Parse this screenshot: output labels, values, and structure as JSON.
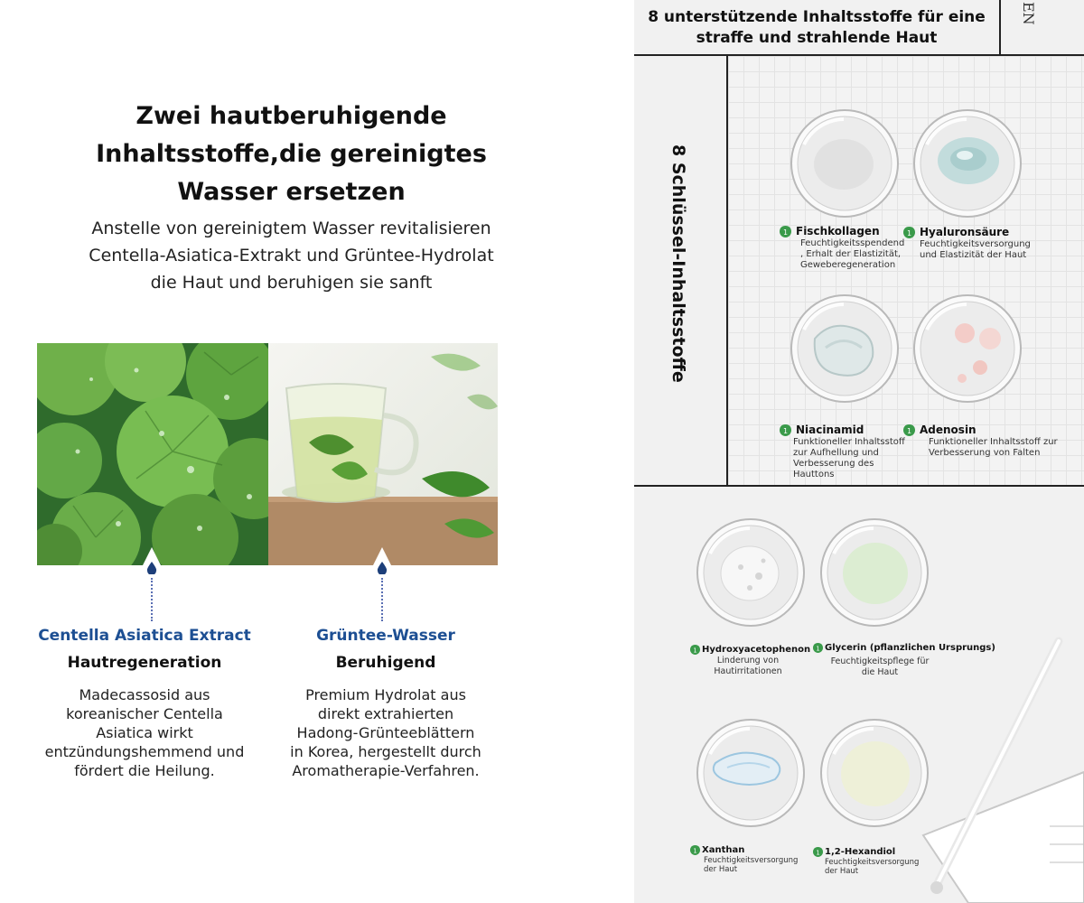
{
  "left": {
    "headline": [
      "Zwei hautberuhigende",
      "Inhaltsstoffe,die gereinigtes",
      "Wasser ersetzen"
    ],
    "subline": [
      "Anstelle von gereinigtem Wasser revitalisieren",
      "Centella-Asiatica-Extrakt und Grüntee-Hydrolat",
      "die Haut und beruhigen sie sanft"
    ],
    "columns": [
      {
        "title": "Centella Asiatica Extract",
        "subtitle": "Hautregeneration",
        "text": [
          "Madecassosid aus",
          "koreanischer Centella",
          "Asiatica wirkt",
          "entzündungshemmend und",
          "fördert die Heilung."
        ]
      },
      {
        "title": "Grüntee-Wasser",
        "subtitle": "Beruhigend",
        "text": [
          "Premium Hydrolat aus",
          "direkt extrahierten",
          "Hadong-Grünteeblättern",
          "in Korea, hergestellt durch",
          "Aromatherapie-Verfahren."
        ]
      }
    ],
    "accent_color": "#1d4f93"
  },
  "right": {
    "title": [
      "8 unterstützende Inhaltsstoffe für eine",
      "straffe und strahlende Haut"
    ],
    "corner_text": "EN",
    "vertical_label": "8 Schlüssel-Inhaltsstoffe",
    "badge_number": "1",
    "badge_color": "#3a9a4a",
    "ingredients": [
      {
        "name": "Fischkollagen",
        "desc": [
          "Feuchtigkeitsspendend",
          ", Erhalt der Elastizität,",
          "Geweberegeneration"
        ]
      },
      {
        "name": "Hyaluronsäure",
        "desc": [
          "Feuchtigkeitsversorgung",
          "und Elastizität der Haut"
        ]
      },
      {
        "name": "Niacinamid",
        "desc": [
          "Funktioneller Inhaltsstoff",
          "zur Aufhellung und",
          "Verbesserung des",
          "Hauttons"
        ]
      },
      {
        "name": "Adenosin",
        "desc": [
          "Funktioneller Inhaltsstoff zur",
          "Verbesserung von Falten"
        ]
      },
      {
        "name": "Hydroxyacetophenon",
        "desc": [
          "Linderung von",
          "Hautirritationen"
        ]
      },
      {
        "name": "Glycerin (pflanzlichen Ursprungs)",
        "desc": [
          "Feuchtigkeitspflege für",
          "die Haut"
        ]
      },
      {
        "name": "Xanthan",
        "desc": [
          "Feuchtigkeitsversorgung",
          "der Haut"
        ]
      },
      {
        "name": "1,2-Hexandiol",
        "desc": [
          "Feuchtigkeitsversorgung",
          "der Haut"
        ]
      }
    ]
  }
}
